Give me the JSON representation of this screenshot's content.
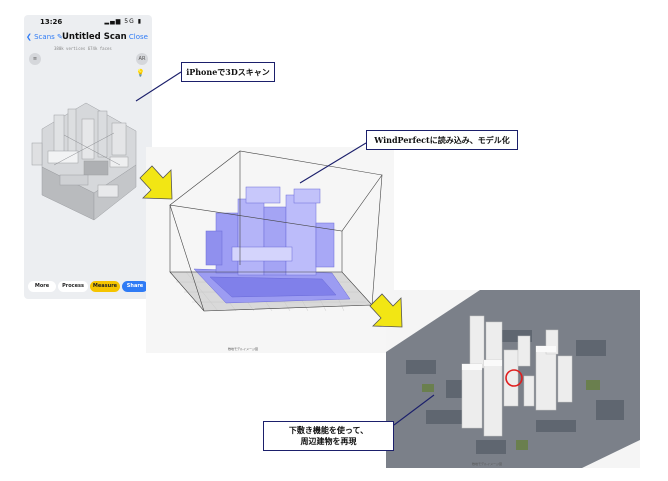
{
  "phone": {
    "time": "13:26",
    "signal": "5G",
    "back_label": "Scans",
    "title": "Untitled Scan",
    "close_label": "Close",
    "stats": "380k vertices 674k faces",
    "ar_label": "AR",
    "buttons": {
      "more": "More",
      "process": "Process",
      "measure": "Measure",
      "share": "Share"
    }
  },
  "callouts": {
    "scan": "iPhoneで3Dスキャン",
    "import": "WindPerfectに読み込み、モデル化",
    "underlay_line1": "下敷き機能を使って、",
    "underlay_line2": "周辺建物を再現"
  },
  "captions": {
    "model": "敷地モデルイメージ図",
    "city": "敷地モデルイメージ図"
  },
  "colors": {
    "arrow": "#f2e614",
    "arrow_outline": "#555555",
    "callout_border": "#1b1f6b",
    "model_blue": "#8c8cf0",
    "measure_button": "#f5c400",
    "share_button": "#2f7bf5",
    "marker_circle": "#e01e1e"
  }
}
